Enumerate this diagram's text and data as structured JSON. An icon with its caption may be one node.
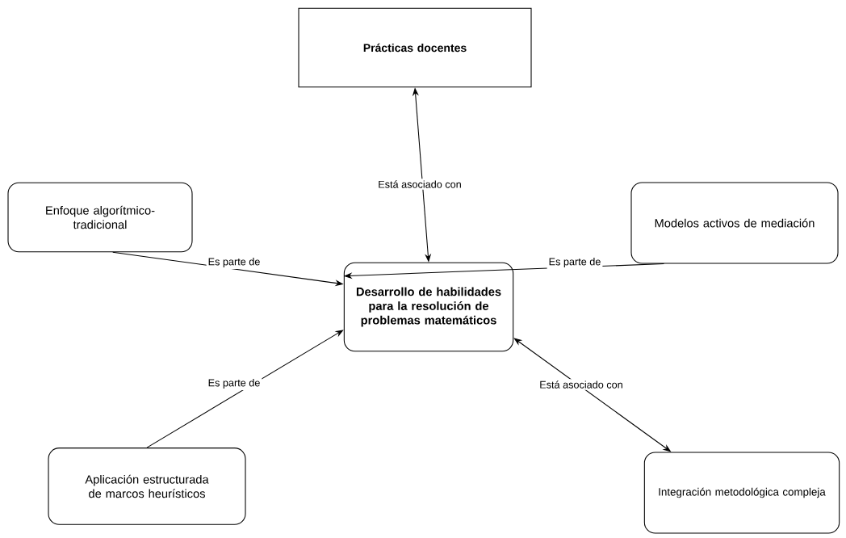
{
  "diagram": {
    "nodes": [
      {
        "text": [
          "Prácticas docentes"
        ]
      },
      {
        "text": [
          "Enfoque algorítmico-tradicional"
        ]
      },
      {
        "text": [
          "Modelos activos de mediación"
        ]
      },
      {
        "text": [
          "Desarrollo de habilidades para la resolución de problemas matemáticos"
        ]
      },
      {
        "text": [
          "Aplicación estructurada de marcos heurísticos"
        ]
      },
      {
        "text": [
          "Integración metodológica compleja"
        ]
      }
    ],
    "edges": [
      {
        "from": 0,
        "to": 3,
        "arrow": "both",
        "label": "Está asociado con"
      },
      {
        "from": 1,
        "to": 3,
        "arrow": "to",
        "label": "Es parte de"
      },
      {
        "from": 2,
        "to": 3,
        "arrow": "to",
        "label": "Es parte de"
      },
      {
        "from": 4,
        "to": 3,
        "arrow": "to",
        "label": "Es parte de"
      },
      {
        "from": 3,
        "to": 5,
        "arrow": "both",
        "label": "Está asociado con"
      }
    ]
  }
}
